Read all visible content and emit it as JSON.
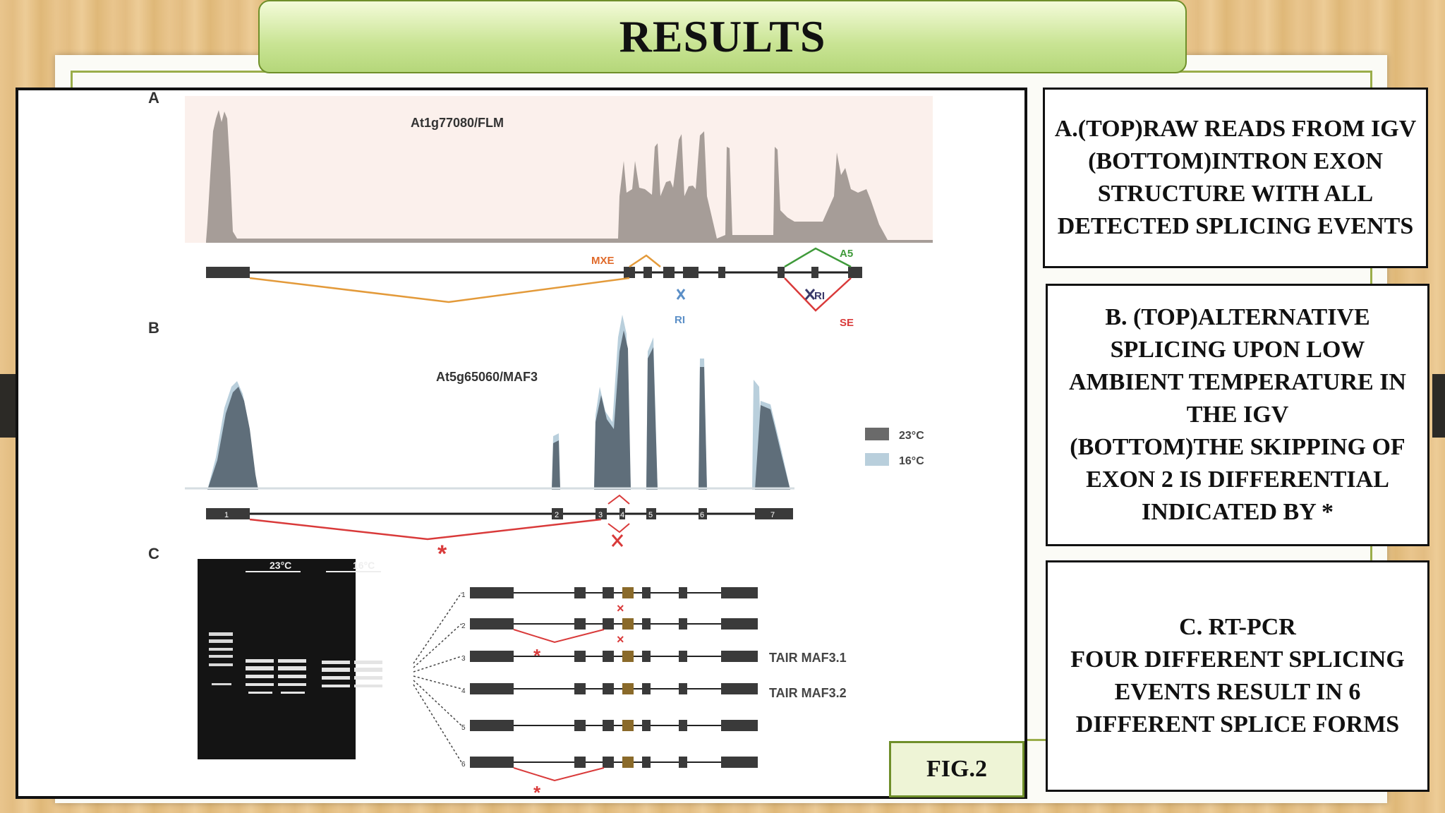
{
  "slide": {
    "title": "RESULTS",
    "fig_label": "FIG.2"
  },
  "figure": {
    "panel_a": {
      "letter": "A",
      "gene": "At1g77080/FLM",
      "events": [
        "MXE",
        "RI",
        "A5",
        "SE",
        "RI"
      ]
    },
    "panel_b": {
      "letter": "B",
      "gene": "At5g65060/MAF3",
      "legend": [
        "23°C",
        "16°C"
      ],
      "exon_numbers": [
        "1",
        "2",
        "3",
        "4",
        "5",
        "6",
        "7"
      ],
      "marker": "*"
    },
    "panel_c": {
      "letter": "C",
      "gel_headers": [
        "23°C",
        "16°C"
      ],
      "isoform_numbers": [
        "1",
        "2",
        "3",
        "4",
        "5",
        "6"
      ],
      "isoform_labels": [
        "TAIR MAF3.1",
        "TAIR MAF3.2"
      ]
    }
  },
  "descriptions": {
    "a": "A.(TOP)RAW READS FROM IGV\n(BOTTOM)INTRON EXON STRUCTURE WITH ALL DETECTED SPLICING EVENTS",
    "b": "B. (TOP)ALTERNATIVE SPLICING UPON LOW AMBIENT TEMPERATURE IN THE IGV\n(BOTTOM)THE SKIPPING OF EXON 2 IS DIFFERENTIAL INDICATED BY *",
    "c": "C. RT-PCR\nFOUR DIFFERENT SPLICING EVENTS RESULT IN 6 DIFFERENT SPLICE FORMS"
  },
  "colors": {
    "title_green": "#c9e494",
    "coverage_a": "#a69d98",
    "coverage_23c": "#5f6e7a",
    "coverage_16c": "#b9cfdc",
    "splice_red": "#d93a3a",
    "splice_orange": "#e39a3a",
    "splice_green": "#3f9a3a",
    "splice_blue": "#5b8fc7"
  }
}
